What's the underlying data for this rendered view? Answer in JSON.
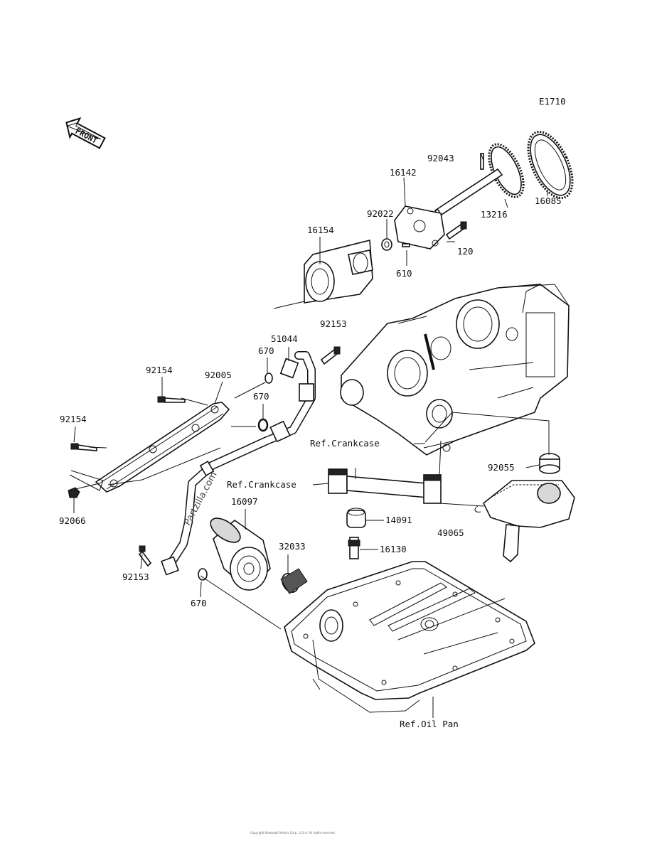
{
  "diagram_code": "E1710",
  "front_label": "FRONT",
  "watermark": "Partzilla.com",
  "copyright": "Copyright Kawasaki Motors Corp., U.S.A. All rights reserved.",
  "parts": {
    "p92043": "92043",
    "p16142": "16142",
    "p16085": "16085",
    "p13216": "13216",
    "p92022": "92022",
    "p16154": "16154",
    "p120": "120",
    "p610": "610",
    "p92153_top": "92153",
    "p51044": "51044",
    "p670_a": "670",
    "p92154_a": "92154",
    "p92005": "92005",
    "p670_b": "670",
    "p92154_b": "92154",
    "p92066": "92066",
    "p92055": "92055",
    "p16097": "16097",
    "p14091": "14091",
    "p49065": "49065",
    "p32033": "32033",
    "p16130": "16130",
    "p92153_bottom": "92153",
    "p670_c": "670"
  },
  "refs": {
    "crankcase_1": "Ref.Crankcase",
    "crankcase_2": "Ref.Crankcase",
    "oil_pan": "Ref.Oil Pan"
  }
}
